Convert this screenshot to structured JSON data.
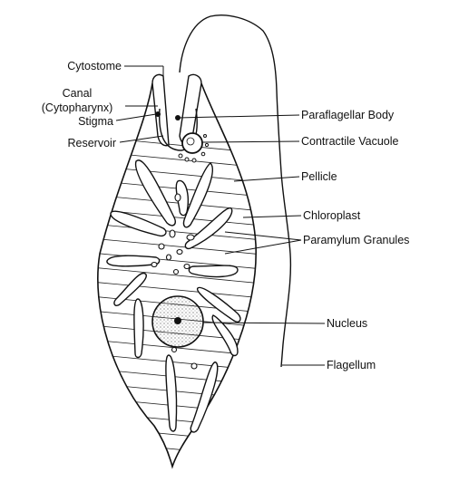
{
  "labels": {
    "cytostome": "Cytostome",
    "canal": "Canal",
    "cytopharynx": "(Cytopharynx)",
    "stigma": "Stigma",
    "reservoir": "Reservoir",
    "paraflagellar_body": "Paraflagellar Body",
    "contractile_vacuole": "Contractile Vacuole",
    "pellicle": "Pellicle",
    "chloroplast": "Chloroplast",
    "paramylum_granules": "Paramylum Granules",
    "nucleus": "Nucleus",
    "flagellum": "Flagellum"
  },
  "colors": {
    "ink": "#111111",
    "background": "#ffffff",
    "stipple": "#555555"
  }
}
